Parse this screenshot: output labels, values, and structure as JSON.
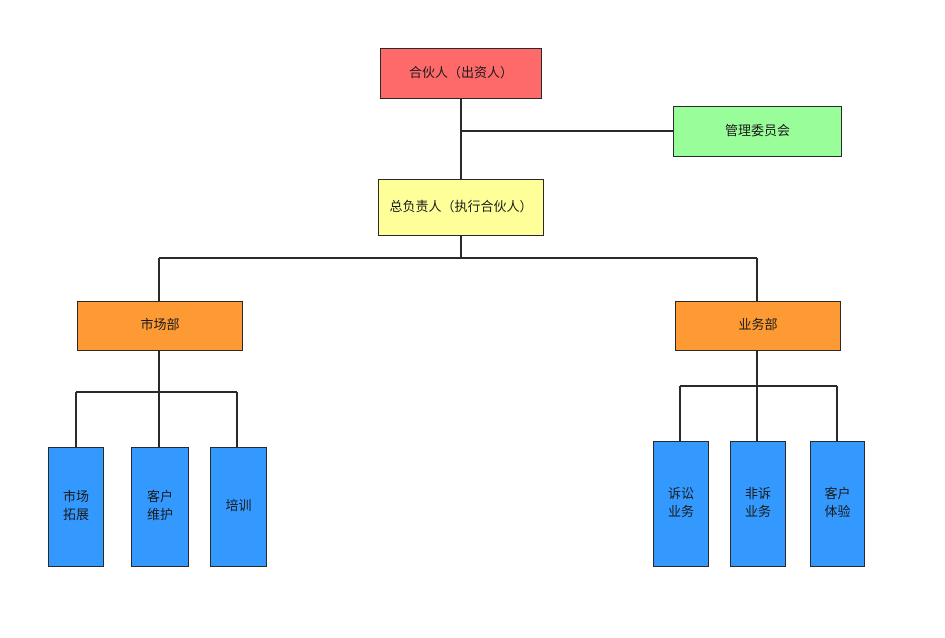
{
  "colors": {
    "top": "#fe6a6a",
    "committee": "#99fe99",
    "leader": "#ffff99",
    "department": "#fe9a33",
    "unit": "#3399fe",
    "line": "#2a2a2a"
  },
  "nodes": {
    "partners": "合伙人（出资人）",
    "committee": "管理委员会",
    "leader": "总负责人（执行合伙人）",
    "dept_market": "市场部",
    "dept_business": "业务部",
    "market_expand": "市场\n拓展",
    "client_maintain": "客户\n维护",
    "training": "培训",
    "litigation": "诉讼\n业务",
    "non_litigation": "非诉\n业务",
    "client_experience": "客户\n体验"
  }
}
